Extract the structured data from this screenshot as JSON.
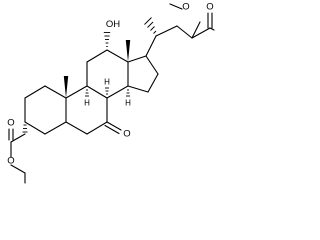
{
  "structure": {
    "atoms": {
      "hydroxyl": "OH",
      "ketone_o": "O",
      "ester_methyl_o": "O",
      "ester_methyl_carbonyl_o": "O",
      "ester_ethyl_o": "O",
      "ester_ethyl_carbonyl_o": "O"
    },
    "stereo_labels": {
      "c8": "H",
      "c9": "H",
      "c14": "H"
    }
  }
}
